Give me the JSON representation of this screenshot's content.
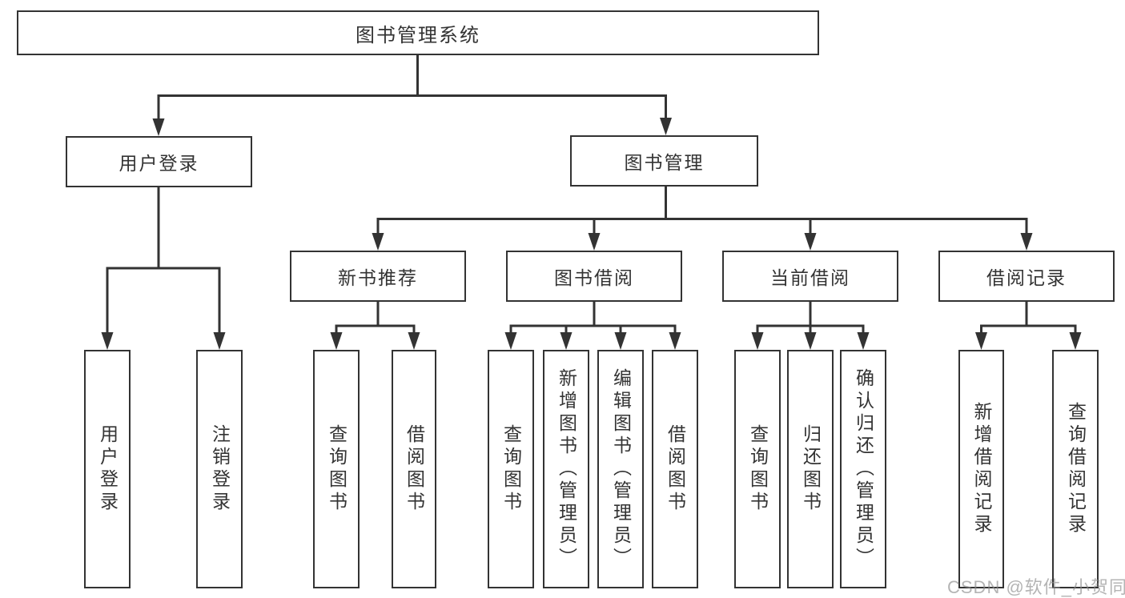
{
  "diagram": {
    "root": {
      "label": "图书管理系统",
      "children": [
        {
          "label": "用户登录",
          "children": [
            {
              "label": "用户登录"
            },
            {
              "label": "注销登录"
            }
          ]
        },
        {
          "label": "图书管理",
          "children": [
            {
              "label": "新书推荐",
              "children": [
                {
                  "label": "查询图书"
                },
                {
                  "label": "借阅图书"
                }
              ]
            },
            {
              "label": "图书借阅",
              "children": [
                {
                  "label": "查询图书"
                },
                {
                  "label": "新增图书（管理员）"
                },
                {
                  "label": "编辑图书（管理员）"
                },
                {
                  "label": "借阅图书"
                }
              ]
            },
            {
              "label": "当前借阅",
              "children": [
                {
                  "label": "查询图书"
                },
                {
                  "label": "归还图书"
                },
                {
                  "label": "确认归还（管理员）"
                }
              ]
            },
            {
              "label": "借阅记录",
              "children": [
                {
                  "label": "新增借阅记录"
                },
                {
                  "label": "查询借阅记录"
                }
              ]
            }
          ]
        }
      ]
    }
  },
  "watermark": {
    "text": "CSDN @软件_小贺同学",
    "color": "#8c8c8c"
  },
  "colors": {
    "line": "#333333",
    "box_border": "#333333",
    "text": "#333333",
    "background": "#ffffff"
  }
}
